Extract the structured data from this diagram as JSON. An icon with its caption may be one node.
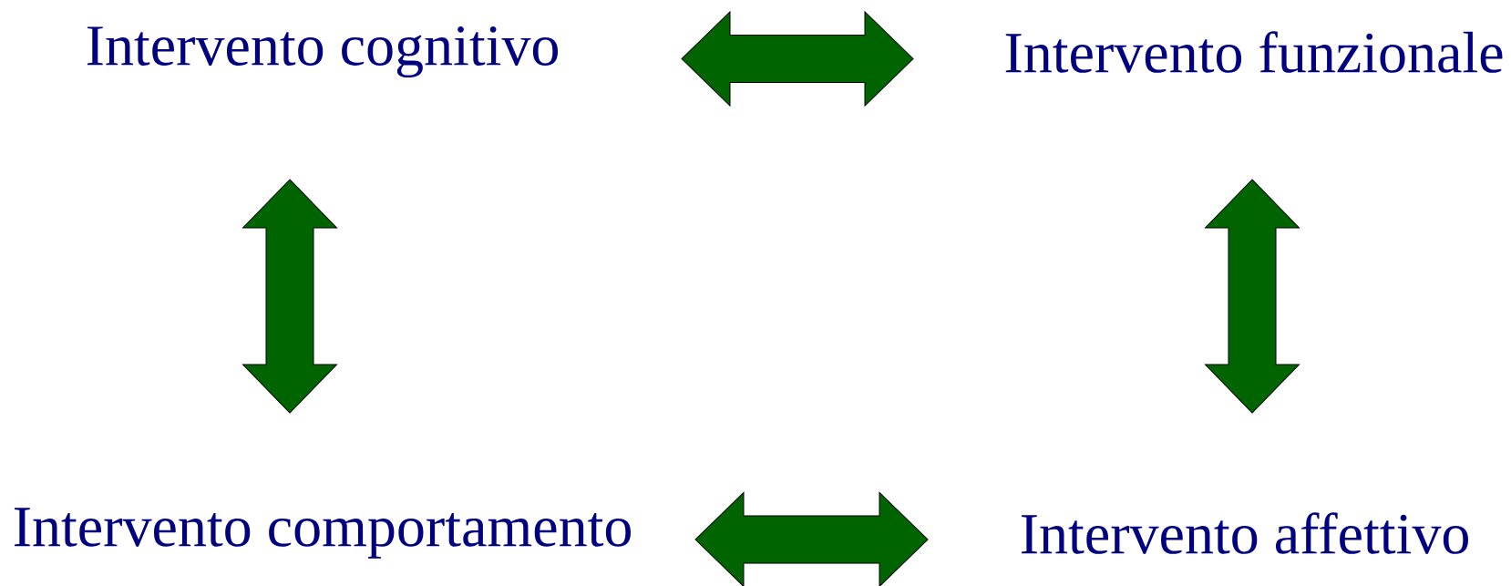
{
  "diagram": {
    "nodes": [
      {
        "text": [
          "Intervento cognitivo"
        ]
      },
      {
        "text": [
          "Intervento funzionale"
        ]
      },
      {
        "text": [
          "Intervento comportamento"
        ]
      },
      {
        "text": [
          "Intervento affettivo"
        ]
      }
    ],
    "edges": [
      {
        "from": 0,
        "to": 1,
        "arrow": "both"
      },
      {
        "from": 0,
        "to": 2,
        "arrow": "both"
      },
      {
        "from": 1,
        "to": 3,
        "arrow": "both"
      },
      {
        "from": 2,
        "to": 3,
        "arrow": "both"
      }
    ]
  }
}
